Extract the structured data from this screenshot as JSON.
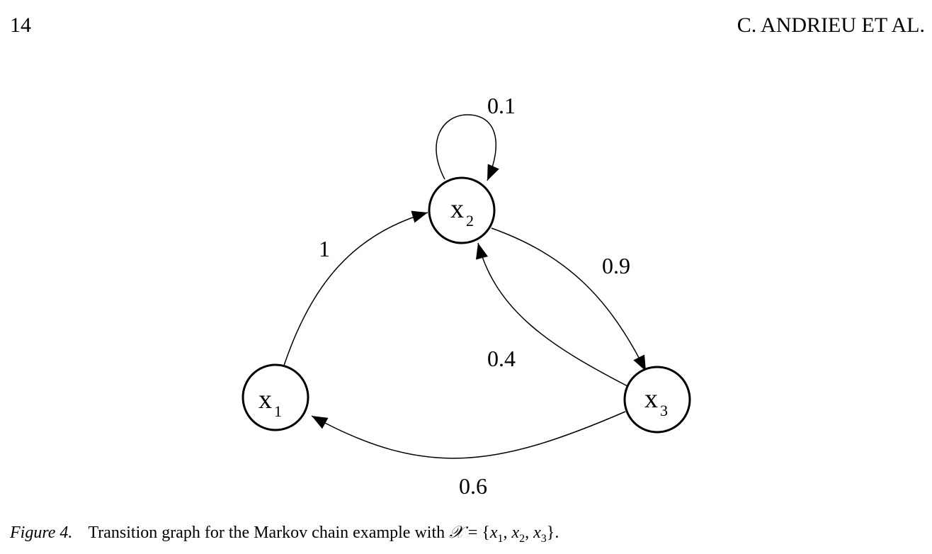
{
  "header": {
    "page_number": "14",
    "running_head": "C. ANDRIEU ET AL."
  },
  "figure": {
    "nodes": [
      {
        "id": "x1",
        "base": "x",
        "sub": "1"
      },
      {
        "id": "x2",
        "base": "x",
        "sub": "2"
      },
      {
        "id": "x3",
        "base": "x",
        "sub": "3"
      }
    ],
    "edges": [
      {
        "from": "x2",
        "to": "x2",
        "weight": "0.1"
      },
      {
        "from": "x1",
        "to": "x2",
        "weight": "1"
      },
      {
        "from": "x2",
        "to": "x3",
        "weight": "0.9"
      },
      {
        "from": "x3",
        "to": "x2",
        "weight": "0.4"
      },
      {
        "from": "x3",
        "to": "x1",
        "weight": "0.6"
      }
    ]
  },
  "caption": {
    "label": "Figure 4.",
    "text": "Transition graph for the Markov chain example with ",
    "math": {
      "set_symbol": "𝒳",
      "relation": " = {",
      "elements": [
        {
          "base": "x",
          "sub": "1"
        },
        {
          "base": "x",
          "sub": "2"
        },
        {
          "base": "x",
          "sub": "3"
        }
      ],
      "separator": ", ",
      "close": "}"
    },
    "end": "."
  }
}
